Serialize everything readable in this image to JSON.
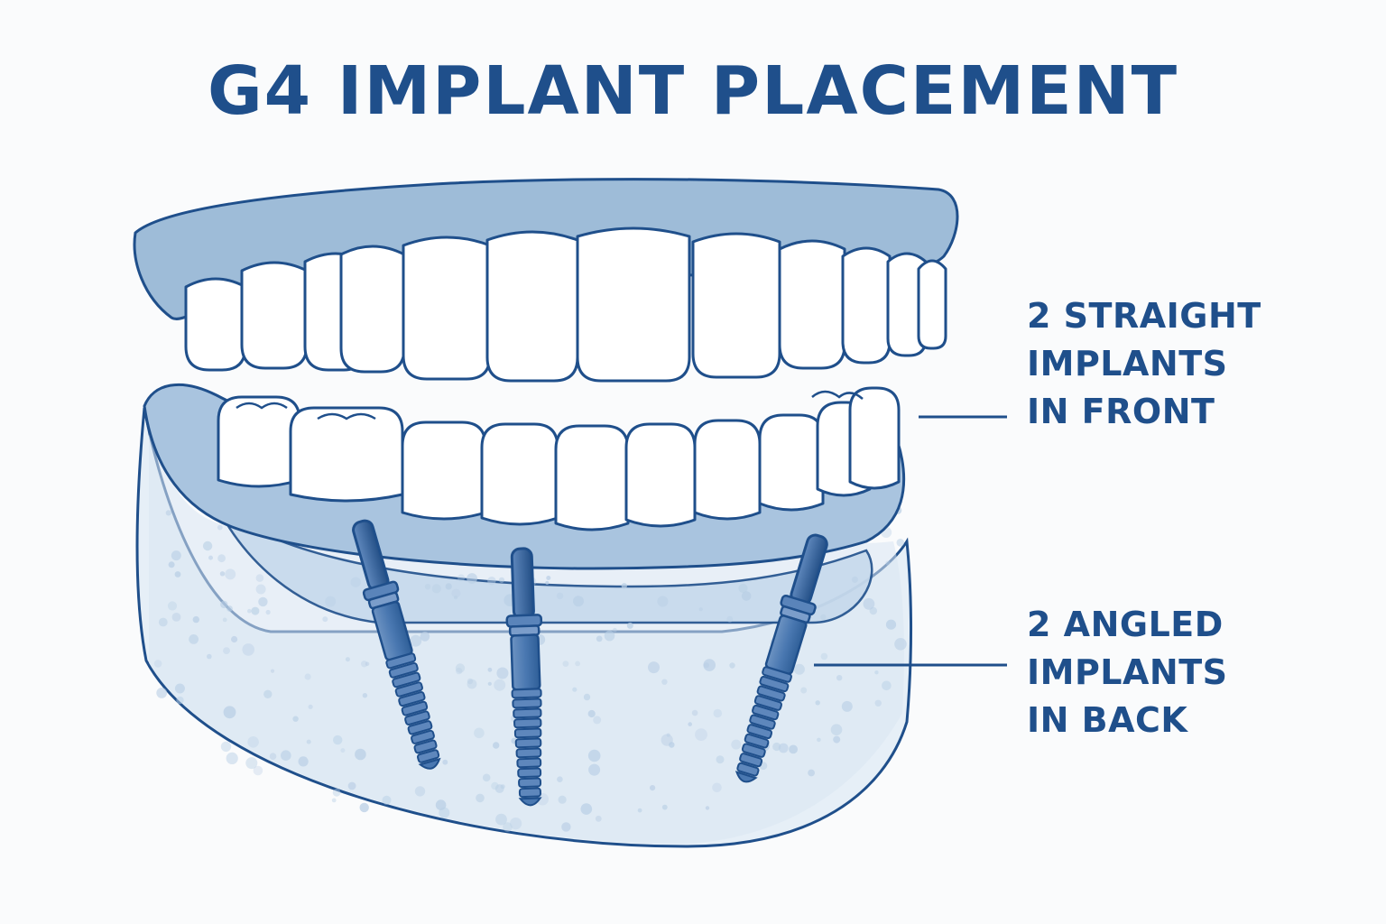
{
  "title": "G4 IMPLANT PLACEMENT",
  "callouts": {
    "front": {
      "lines": [
        "2 STRAIGHT",
        "IMPLANTS",
        "IN FRONT"
      ]
    },
    "back": {
      "lines": [
        "2 ANGLED",
        "IMPLANTS",
        "IN BACK"
      ]
    }
  },
  "colors": {
    "ink": "#1f4f8b",
    "gum": "#9ebcd8",
    "bone": "#e6eff7",
    "tooth": "#ffffff",
    "implant": "#3f6fa9"
  },
  "icons": {
    "upper_denture": "upper-arch-denture",
    "lower_denture": "lower-arch-denture",
    "jaw_bone": "mandible-bone",
    "implant": "dental-implant-screw"
  }
}
